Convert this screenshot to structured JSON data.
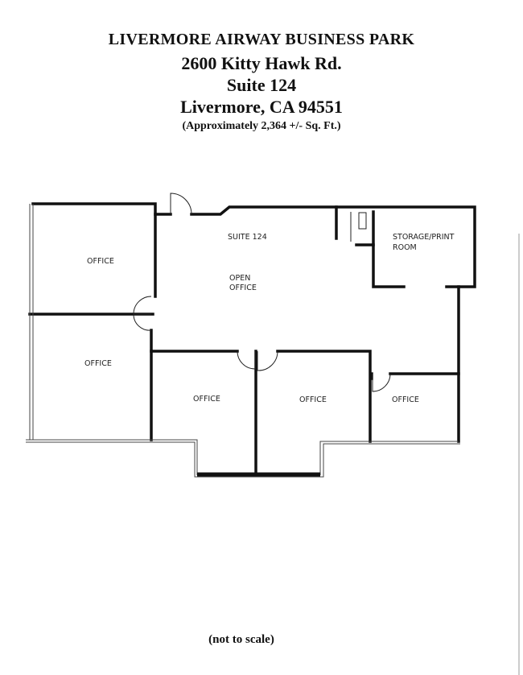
{
  "header": {
    "line1": "LIVERMORE AIRWAY BUSINESS PARK",
    "line2": "2600 Kitty Hawk Rd.",
    "line3": "Suite 124",
    "line4": "Livermore, CA  94551",
    "line5": "(Approximately 2,364 +/- Sq. Ft.)"
  },
  "floorplan": {
    "suite_label": "SUITE 124",
    "open_office_line1": "OPEN",
    "open_office_line2": "OFFICE",
    "storage_line1": "STORAGE/PRINT",
    "storage_line2": "ROOM",
    "rooms": [
      "OFFICE",
      "OFFICE",
      "OFFICE",
      "OFFICE",
      "OFFICE"
    ]
  },
  "footer": "(not to scale)"
}
